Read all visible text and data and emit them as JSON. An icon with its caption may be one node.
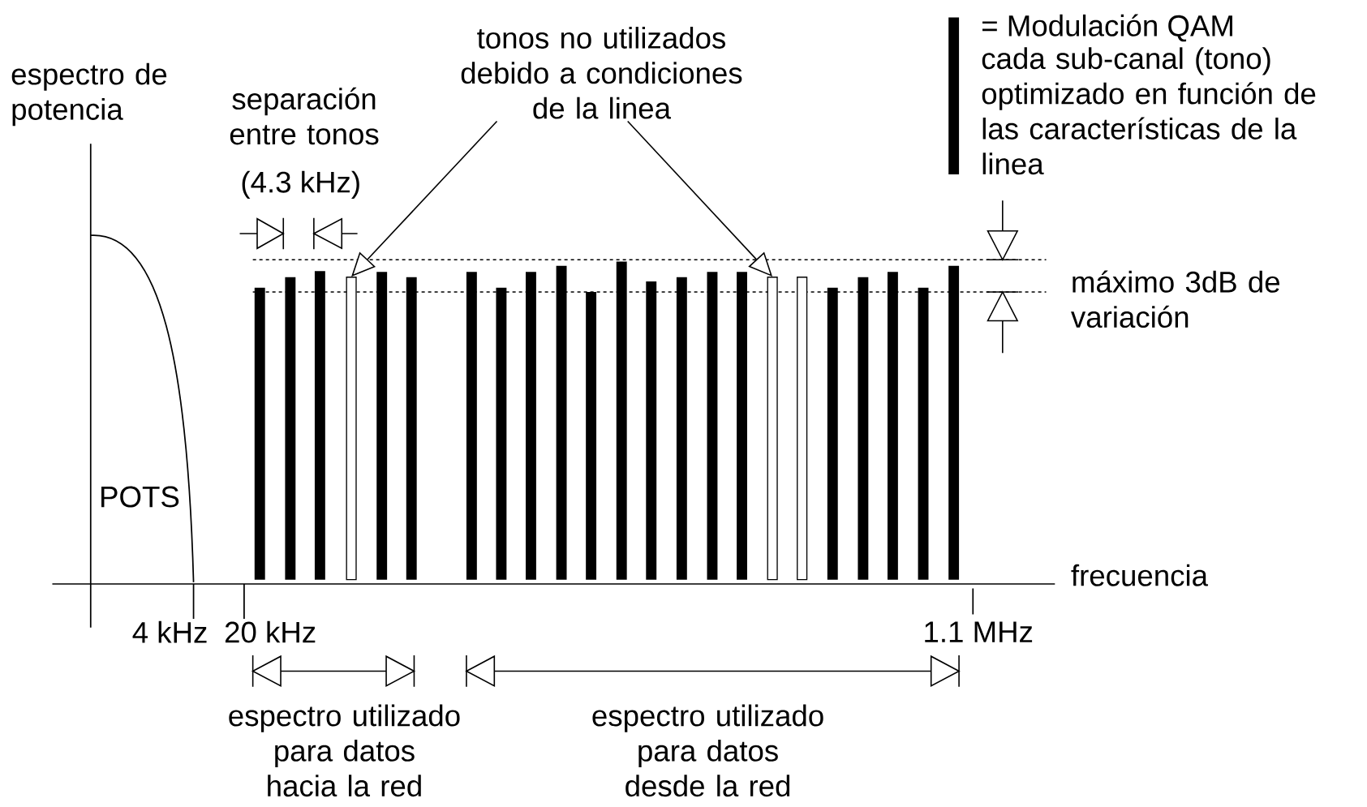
{
  "diagram": {
    "nodes": [
      {
        "text": [
          "tonos no utilizados debido a condiciones de la linea"
        ]
      },
      {
        "text": [],
        "shape": "bar"
      },
      {
        "text": [],
        "shape": "bar"
      },
      {
        "text": [],
        "shape": "bar"
      }
    ],
    "edges": [
      {
        "from": 0,
        "to": 1,
        "arrow": "to"
      },
      {
        "from": 0,
        "to": 2,
        "arrow": "to"
      }
    ],
    "labels": [
      "espectro de potencia",
      "separación entre tonos",
      "(4.3 kHz)",
      "cada sub-canal (tono) optimizado en función de las características de la linea",
      "máximo 3dB de variación",
      "POTS",
      "frecuencia",
      "4 kHz",
      "20 kHz",
      "1.1 MHz",
      "espectro utilizado para datos hacia la red",
      "espectro utilizado para datos desde la red"
    ],
    "legend": [
      {
        "text": "= Modulación QAM",
        "color": "#000000"
      }
    ]
  }
}
